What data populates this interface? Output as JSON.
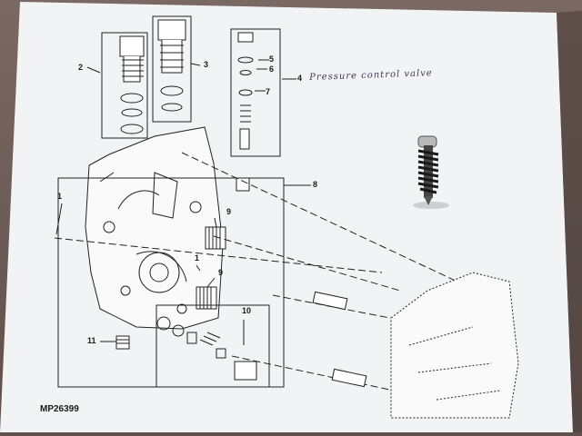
{
  "photo": {
    "handwritten_note": "Pressure control valve",
    "figure_code": "MP26399",
    "callouts": [
      "1",
      "2",
      "3",
      "4",
      "5",
      "6",
      "7",
      "8",
      "9",
      "9",
      "10",
      "11",
      "1"
    ]
  },
  "colors": {
    "paper": "#f3f4f6",
    "ink": "#1b1b1b",
    "pen": "#3d3d55",
    "table": "#6e5d57"
  }
}
